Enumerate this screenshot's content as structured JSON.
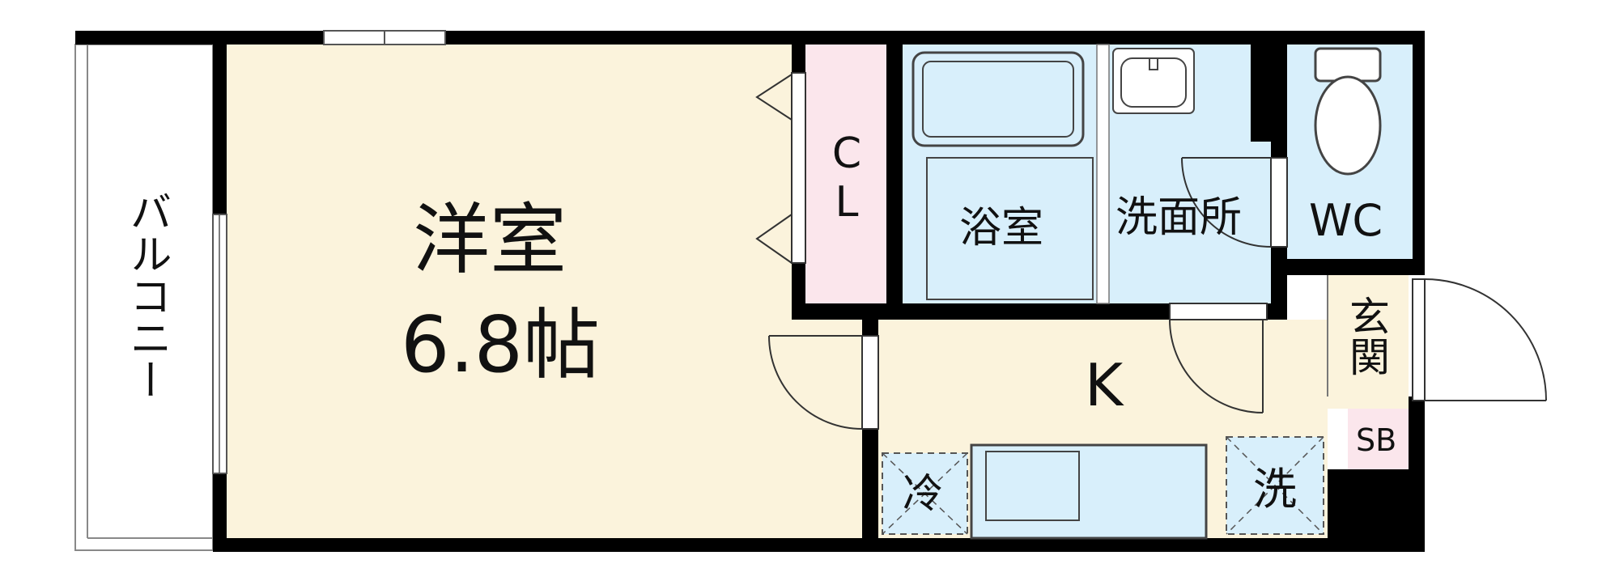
{
  "rooms": {
    "western": {
      "name": "洋室",
      "size": "6.8帖"
    },
    "balcony": {
      "name": "バルコニー"
    },
    "closet": {
      "name": "CL"
    },
    "bath": {
      "name": "浴室"
    },
    "washroom": {
      "name": "洗面所"
    },
    "toilet": {
      "name": "WC"
    },
    "kitchen": {
      "name": "K"
    },
    "entrance": {
      "name": "玄関"
    },
    "shoebox": {
      "name": "SB"
    }
  },
  "fixtures": {
    "fridge": "冷",
    "washer": "洗"
  },
  "colors": {
    "wall": "#000000",
    "western_floor": "#fbf3dc",
    "wet_area": "#d8effb",
    "closet": "#fbe6ec",
    "kitchen_floor": "#fbf3dc",
    "balcony": "#ffffff"
  }
}
